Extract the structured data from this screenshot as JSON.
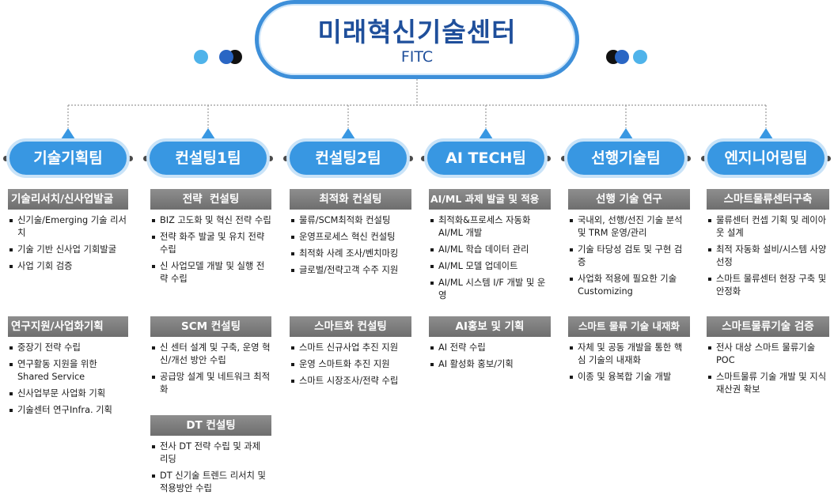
{
  "center": {
    "title": "미래혁신기술센터",
    "subtitle": "FITC"
  },
  "colors": {
    "accent": "#3897e2",
    "center_border": "#3d8fd9",
    "title_text": "#1f4f9b",
    "section_header": "#7a7a7a"
  },
  "teams": [
    {
      "name": "기술기획팀",
      "sections": [
        {
          "title": "기술리서치/신사업발굴",
          "items": [
            "신기술/Emerging 기술 리서치",
            "기술 기반 신사업 기회발굴",
            "사업 기회 검증"
          ]
        },
        {
          "title": "연구지원/사업화기획",
          "items": [
            "중장기 전략 수립",
            "연구활동 지원을 위한 Shared Service",
            "신사업부문 사업화 기획",
            "기술센터 연구Infra. 기획"
          ]
        }
      ]
    },
    {
      "name": "컨설팅1팀",
      "sections": [
        {
          "title": "전략  컨설팅",
          "items": [
            "BIZ 고도화 및 혁신 전략 수립",
            "전략 화주 발굴 및 유치 전략 수립",
            "신 사업모델 개발 및 실행 전략 수립"
          ]
        },
        {
          "title": "SCM 컨설팅",
          "items": [
            "신 센터 설계 및 구축, 운영 혁신/개선 방안 수립",
            "공급망 설계 및 네트워크 최적화"
          ]
        },
        {
          "title": "DT 컨설팅",
          "items": [
            "전사 DT 전략 수립 및 과제 리딩",
            "DT 신기술 트렌드 리서치 및 적용방안 수립"
          ]
        }
      ]
    },
    {
      "name": "컨설팅2팀",
      "sections": [
        {
          "title": "최적화 컨설팅",
          "items": [
            "물류/SCM최적화 컨설팅",
            "운영프로세스 혁신 컨설팅",
            "최적화 사례 조사/벤치마킹",
            "글로벌/전략고객 수주 지원"
          ]
        },
        {
          "title": "스마트화 컨설팅",
          "items": [
            "스마트 신규사업 추진 지원",
            "운영 스마트화 추진 지원",
            "스마트 시장조사/전략 수립"
          ]
        }
      ]
    },
    {
      "name": "AI TECH팀",
      "sections": [
        {
          "title": "AI/ML 과제 발굴 및 적용",
          "items": [
            "최적화&프로세스 자동화 AI/ML 개발",
            "AI/ML 학습 데이터 관리",
            "AI/ML 모델 업데이트",
            "AI/ML 시스템 I/F 개발 및 운영"
          ]
        },
        {
          "title": "AI홍보 및 기획",
          "items": [
            "AI 전략 수립",
            "AI 활성화 홍보/기획"
          ]
        }
      ]
    },
    {
      "name": "선행기술팀",
      "sections": [
        {
          "title": "선행 기술 연구",
          "items": [
            "국내외, 선행/선진 기술 분석 및 TRM 운영/관리",
            "기술 타당성 검토 및 구현 검증",
            "사업화 적용에 필요한 기술 Customizing"
          ]
        },
        {
          "title": "스마트 물류 기술 내재화",
          "items": [
            "자체 및 공동 개발을 통한 핵심 기술의 내재화",
            "이종 및 융복합 기술 개발"
          ]
        }
      ]
    },
    {
      "name": "엔지니어링팀",
      "sections": [
        {
          "title": "스마트물류센터구축",
          "items": [
            "물류센터 컨셉 기획 및 레이아웃 설계",
            "최적 자동화 설비/시스템 사양 선정",
            "스마트 물류센터 현장 구축 및 안정화"
          ]
        },
        {
          "title": "스마트물류기술 검증",
          "items": [
            "전사 대상 스마트 물류기술 POC",
            "스마트물류 기술 개발 및 지식 재산권 확보"
          ]
        }
      ]
    }
  ]
}
